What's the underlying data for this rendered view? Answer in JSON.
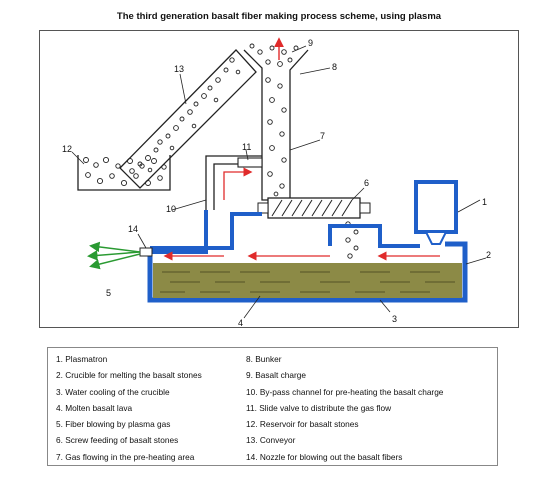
{
  "title": "The third generation basalt fiber making process scheme, using plasma",
  "diagram": {
    "callouts": [
      "1",
      "2",
      "3",
      "4",
      "5",
      "6",
      "7",
      "8",
      "9",
      "10",
      "11",
      "12",
      "13",
      "14"
    ],
    "colors": {
      "flow_arrows": "#e02b2b",
      "water_jacket": "#1f5fc9",
      "lava": "#8c8a46",
      "fiber_arrows": "#2a9a32",
      "outline": "#222222"
    }
  },
  "legend": {
    "left": [
      {
        "num": "1.",
        "text": "Plasmatron"
      },
      {
        "num": "2.",
        "text": "Crucible for melting the basalt stones"
      },
      {
        "num": "3.",
        "text": "Water cooling of the crucible"
      },
      {
        "num": "4.",
        "text": "Molten basalt lava"
      },
      {
        "num": "5.",
        "text": "Fiber blowing by plasma gas"
      },
      {
        "num": "6.",
        "text": "Screw feeding of basalt stones"
      },
      {
        "num": "7.",
        "text": "Gas flowing in the pre-heating area"
      }
    ],
    "right": [
      {
        "num": "8.",
        "text": "Bunker"
      },
      {
        "num": "9.",
        "text": "Basalt charge"
      },
      {
        "num": "10.",
        "text": "By-pass channel for pre-heating the basalt charge"
      },
      {
        "num": "11.",
        "text": "Slide valve to distribute the gas flow"
      },
      {
        "num": "12.",
        "text": "Reservoir for basalt stones"
      },
      {
        "num": "13.",
        "text": "Conveyor"
      },
      {
        "num": "14.",
        "text": "Nozzle for blowing out the basalt fibers"
      }
    ]
  }
}
